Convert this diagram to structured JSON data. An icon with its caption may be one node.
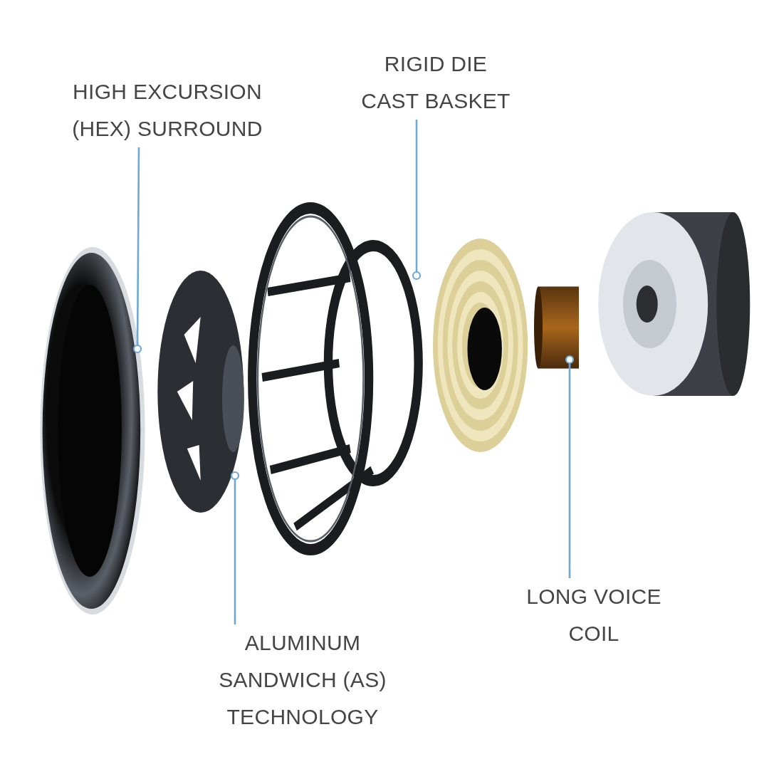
{
  "diagram": {
    "nodes": [
      {
        "text": [
          "HIGH EXCURSION (HEX) SURROUND"
        ]
      },
      {
        "text": [],
        "shape": "picture"
      },
      {
        "text": [
          "RIGID DIE CAST BASKET"
        ]
      },
      {
        "text": [],
        "shape": "picture"
      },
      {
        "text": [
          "ALUMINUM SANDWICH (AS) TECHNOLOGY"
        ]
      },
      {
        "text": [],
        "shape": "picture"
      },
      {
        "text": [
          "LONG VOICE COIL"
        ]
      },
      {
        "text": [],
        "shape": "picture"
      }
    ],
    "edges": [
      {
        "from": 0,
        "to": 1,
        "arrow": "other"
      },
      {
        "from": 2,
        "to": 3,
        "arrow": "other"
      },
      {
        "from": 4,
        "to": 5,
        "arrow": "other"
      },
      {
        "from": 6,
        "to": 7,
        "arrow": "other"
      }
    ]
  }
}
